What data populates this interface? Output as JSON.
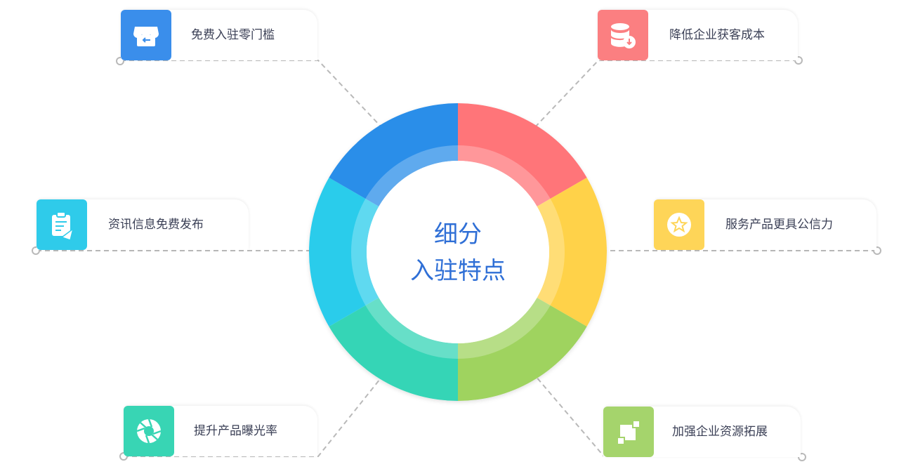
{
  "center": {
    "line1": "细分",
    "line2": "入驻特点"
  },
  "features": [
    {
      "label": "免费入驻零门槛",
      "icon": "store-icon",
      "color": "#3a8eeb"
    },
    {
      "label": "降低企业获客成本",
      "icon": "database-download-icon",
      "color": "#fb7f81"
    },
    {
      "label": "资讯信息免费发布",
      "icon": "clipboard-send-icon",
      "color": "#2fcbea"
    },
    {
      "label": "服务产品更具公信力",
      "icon": "star-badge-icon",
      "color": "#fed558"
    },
    {
      "label": "提升产品曝光率",
      "icon": "camera-aperture-icon",
      "color": "#38d5b4"
    },
    {
      "label": "加强企业资源拓展",
      "icon": "squares-expand-icon",
      "color": "#a5d46c"
    }
  ],
  "ring": {
    "segments": [
      {
        "name": "red",
        "color": "#ff7479"
      },
      {
        "name": "yellow",
        "color": "#ffd24a"
      },
      {
        "name": "green",
        "color": "#9fd35f"
      },
      {
        "name": "teal",
        "color": "#36d5b6"
      },
      {
        "name": "cyan",
        "color": "#2ccceb"
      },
      {
        "name": "blue",
        "color": "#2a8ee9"
      }
    ]
  }
}
